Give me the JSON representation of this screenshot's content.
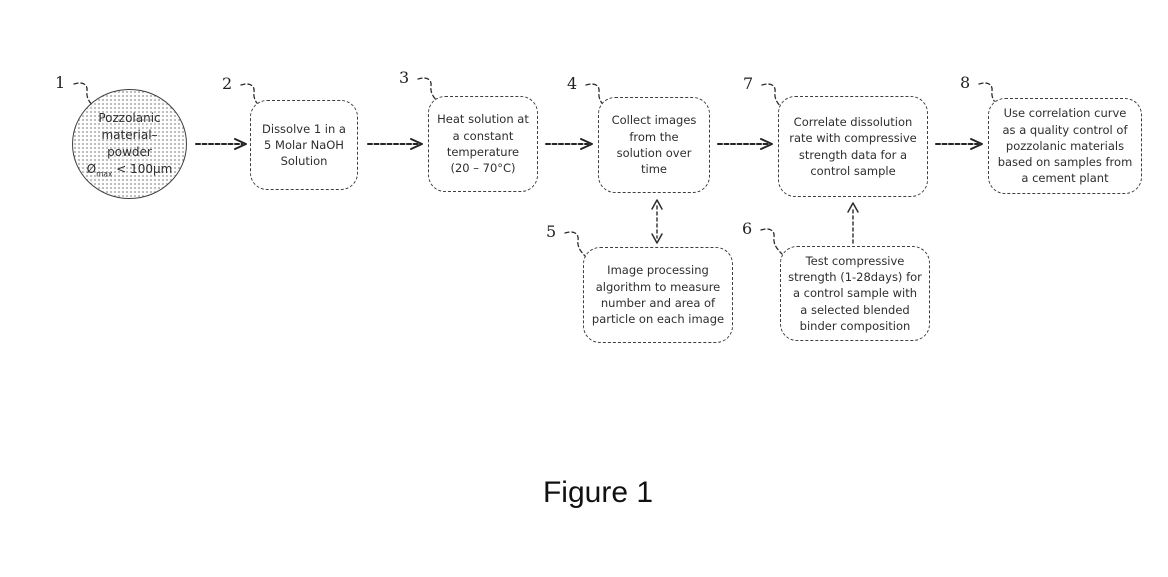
{
  "caption": "Figure 1",
  "nodes": {
    "n1": {
      "num": "1",
      "line1": "Pozzolanic",
      "line2": "material–",
      "line3": "powder",
      "dia_symbol": "Ø",
      "dia_sub": "max",
      "dia_rest": " < 100μm"
    },
    "n2": {
      "num": "2",
      "text": "Dissolve 1 in a 5 Molar NaOH Solution"
    },
    "n3": {
      "num": "3",
      "text": "Heat solution at a constant temperature (20 – 70°C)"
    },
    "n4": {
      "num": "4",
      "text": "Collect images from the solution over time"
    },
    "n5": {
      "num": "5",
      "text": "Image processing algorithm to measure number and area of particle on each image"
    },
    "n6": {
      "num": "6",
      "text": "Test compressive strength (1-28days) for a control sample with a selected blended binder composition"
    },
    "n7": {
      "num": "7",
      "text": "Correlate dissolution rate with compressive strength data for a control sample"
    },
    "n8": {
      "num": "8",
      "text": "Use correlation curve as a quality control of pozzolanic materials based on samples from a cement plant"
    }
  },
  "colors": {
    "ink": "#2e2e2e",
    "border": "#3f3f3f",
    "arrow": "#242424"
  }
}
